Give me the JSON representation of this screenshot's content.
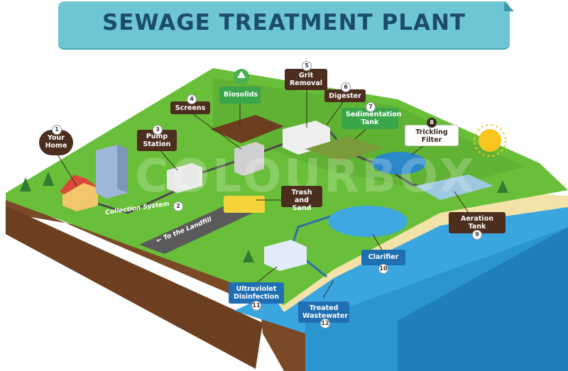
{
  "title": "SEWAGE TREATMENT PLANT",
  "watermark": "COLOURBOX",
  "colors": {
    "title_banner": "#6ec6d4",
    "title_text": "#1d4b6e",
    "grass": "#6abf3a",
    "soil": "#7a4a26",
    "water": "#3aa6e0",
    "sand": "#f3e3a8",
    "label_brown": "#4b2e1e",
    "label_green": "#3aa54a",
    "label_blue": "#1f6fb2"
  },
  "steps": [
    {
      "number": "1",
      "label": "Your\nHome"
    },
    {
      "number": "2",
      "label": "Collection System"
    },
    {
      "number": "3",
      "label": "Pump\nStation"
    },
    {
      "number": "4",
      "label": "Screens"
    },
    {
      "number": "5",
      "label": "Grit\nRemoval"
    },
    {
      "number": "6",
      "label": "Digester"
    },
    {
      "number": "7",
      "label": "Sedimentation\nTank"
    },
    {
      "number": "8",
      "label": "Trickling\nFilter"
    },
    {
      "number": "9",
      "label": "Aeration\nTank"
    },
    {
      "number": "10",
      "label": "Clarifier"
    },
    {
      "number": "11",
      "label": "Ultraviolet\nDisinfection"
    },
    {
      "number": "12",
      "label": "Treated\nWastewater"
    }
  ],
  "extra_labels": {
    "biosolids": "Biosolids",
    "trash_and_sand": "Trash and\nSand",
    "to_landfill": "To the Landfill"
  },
  "icons": [
    "recycle-icon",
    "sun-icon",
    "arrow-left-icon"
  ]
}
